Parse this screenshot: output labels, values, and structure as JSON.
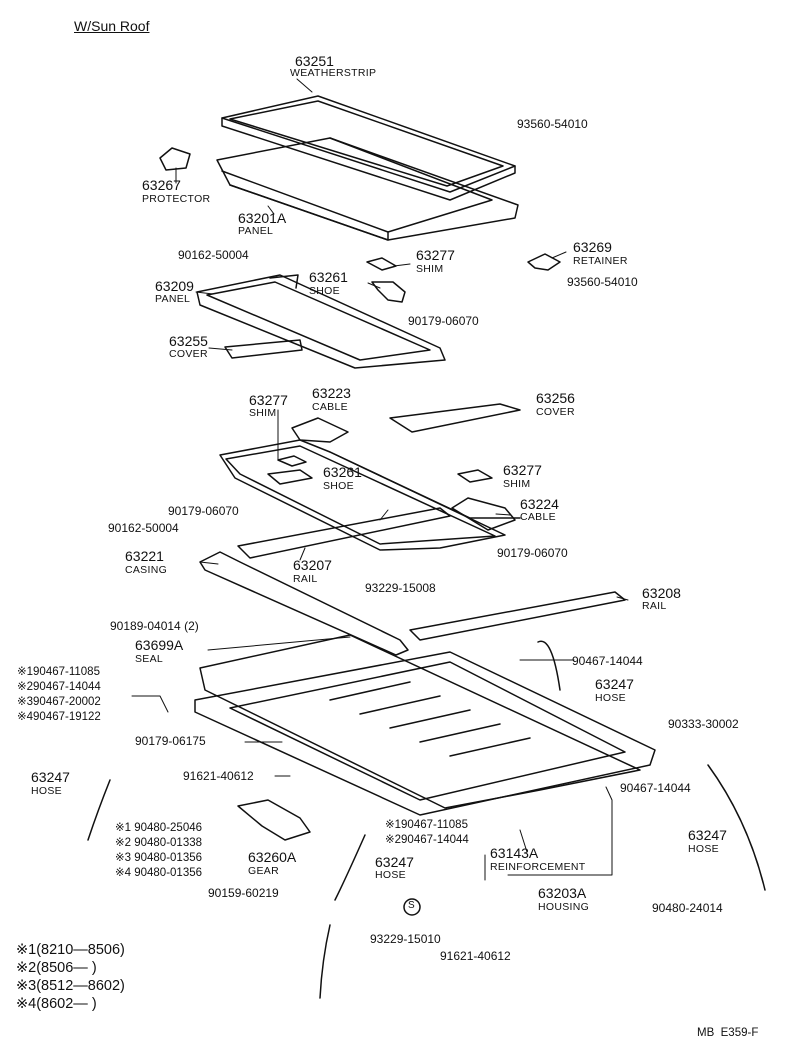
{
  "title": "W/Sun Roof",
  "parts": {
    "p63251": {
      "no": "63251",
      "name": "WEATHERSTRIP"
    },
    "p93560a": {
      "no": "93560-54010"
    },
    "p63267": {
      "no": "63267",
      "name": "PROTECTOR"
    },
    "p63201A": {
      "no": "63201A",
      "name": "PANEL"
    },
    "p90162a": {
      "no": "90162-50004"
    },
    "p63277a": {
      "no": "63277",
      "name": "SHIM"
    },
    "p63269": {
      "no": "63269",
      "name": "RETAINER"
    },
    "p93560b": {
      "no": "93560-54010"
    },
    "p63261a": {
      "no": "63261",
      "name": "SHOE"
    },
    "p63209": {
      "no": "63209",
      "name": "PANEL"
    },
    "p90179a": {
      "no": "90179-06070"
    },
    "p63255": {
      "no": "63255",
      "name": "COVER"
    },
    "p63277b": {
      "no": "63277",
      "name": "SHIM"
    },
    "p63223": {
      "no": "63223",
      "name": "CABLE"
    },
    "p63256": {
      "no": "63256",
      "name": "COVER"
    },
    "p63261b": {
      "no": "63261",
      "name": "SHOE"
    },
    "p63277c": {
      "no": "63277",
      "name": "SHIM"
    },
    "p90179b": {
      "no": "90179-06070"
    },
    "p63224": {
      "no": "63224",
      "name": "CABLE"
    },
    "p90162b": {
      "no": "90162-50004"
    },
    "p63221": {
      "no": "63221",
      "name": "CASING"
    },
    "p90179c": {
      "no": "90179-06070"
    },
    "p63207": {
      "no": "63207",
      "name": "RAIL"
    },
    "p93229a": {
      "no": "93229-15008"
    },
    "p63208": {
      "no": "63208",
      "name": "RAIL"
    },
    "p90189": {
      "no": "90189-04014 (2)"
    },
    "p63699A": {
      "no": "63699A",
      "name": "SEAL"
    },
    "p90467a": {
      "no": "90467-14044"
    },
    "p63247a": {
      "no": "63247",
      "name": "HOSE"
    },
    "p90333": {
      "no": "90333-30002"
    },
    "p90179d": {
      "no": "90179-06175"
    },
    "p63247b": {
      "no": "63247",
      "name": "HOSE"
    },
    "p91621a": {
      "no": "91621-40612"
    },
    "p90467b": {
      "no": "90467-14044"
    },
    "p63247c": {
      "no": "63247",
      "name": "HOSE"
    },
    "p63260A": {
      "no": "63260A",
      "name": "GEAR"
    },
    "p63247d": {
      "no": "63247",
      "name": "HOSE"
    },
    "p63143A": {
      "no": "63143A",
      "name": "REINFORCEMENT"
    },
    "p63203A": {
      "no": "63203A",
      "name": "HOUSING"
    },
    "p90159": {
      "no": "90159-60219"
    },
    "p90480": {
      "no": "90480-24014"
    },
    "p93229b": {
      "no": "93229-15010"
    },
    "p91621b": {
      "no": "91621-40612"
    }
  },
  "variants_clip": [
    "※190467-11085",
    "※290467-14044",
    "※390467-20002",
    "※490467-19122"
  ],
  "variants_clamp": [
    "※1 90480-25046",
    "※2 90480-01338",
    "※3 90480-01356",
    "※4 90480-01356"
  ],
  "variants_center": [
    "※190467-11085",
    "※290467-14044"
  ],
  "legend": [
    "※1(8210—8506)",
    "※2(8506—        )",
    "※3(8512—8602)",
    "※4(8602—        )"
  ],
  "footer": "MB  E359-F",
  "symbol_s": "S"
}
